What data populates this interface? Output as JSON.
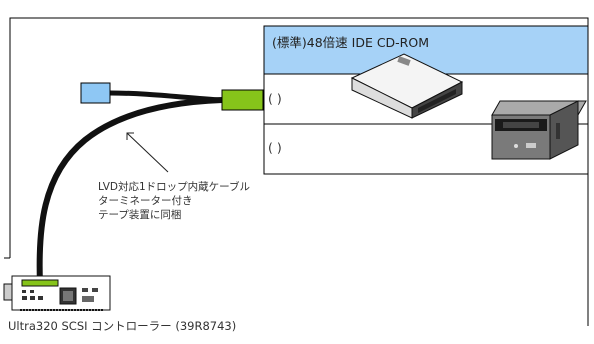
{
  "bays": [
    {
      "label": "(標準)48倍速 IDE CD-ROM",
      "fill": "#a6d2f7"
    },
    {
      "label": "(      )"
    },
    {
      "label": "(      )"
    }
  ],
  "cable_note": [
    "LVD対応1ドロップ内蔵ケーブル",
    "ターミネーター付き",
    "テープ装置に同梱"
  ],
  "controller_label": "Ultra320 SCSI コントローラー (39R8743)",
  "colors": {
    "bay_highlight": "#a6d2f7",
    "connector": "#86c41a",
    "terminator": "#8ec7f4",
    "cable": "#111111",
    "frame": "#000000"
  },
  "icons": [
    "cd-rom-drive-icon",
    "tape-drive-icon",
    "scsi-controller-card-icon",
    "terminator-icon"
  ]
}
